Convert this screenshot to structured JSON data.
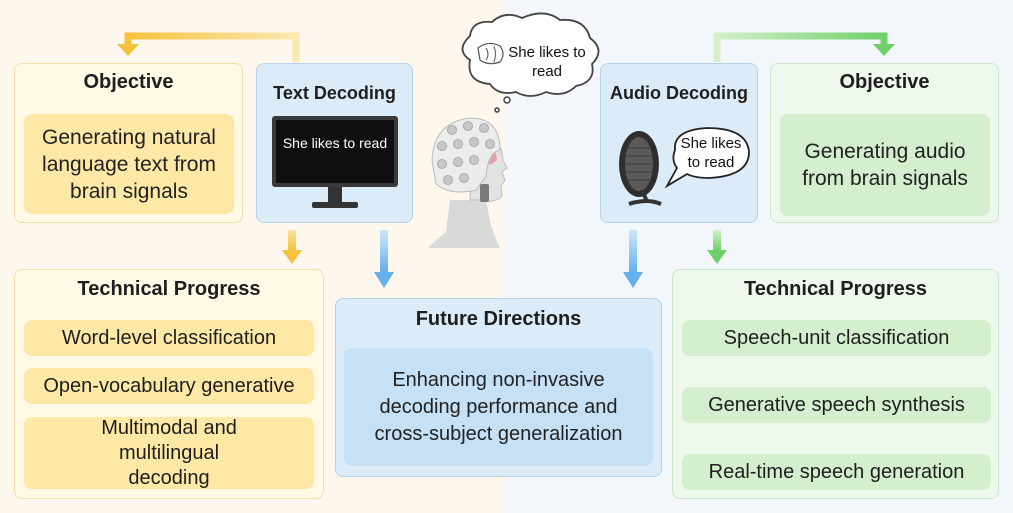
{
  "text_side": {
    "objective_title": "Objective",
    "objective_text": "Generating natural language text from brain signals",
    "decoding_title": "Text Decoding",
    "screen_text": "She likes to read",
    "progress_title": "Technical Progress",
    "progress_items": [
      "Word-level classification",
      "Open-vocabulary generative",
      "Multimodal and multilingual decoding"
    ]
  },
  "audio_side": {
    "objective_title": "Objective",
    "objective_text": "Generating audio from brain signals",
    "decoding_title": "Audio Decoding",
    "bubble_text": "She likes to read",
    "progress_title": "Technical Progress",
    "progress_items": [
      "Speech-unit classification",
      "Generative speech synthesis",
      "Real-time speech generation"
    ]
  },
  "thought_text": "She likes to read",
  "future": {
    "title": "Future Directions",
    "text": "Enhancing non-invasive decoding performance and cross-subject generalization"
  },
  "colors": {
    "yellow_fill": "#fff9e6",
    "yellow_inner": "#fde8a6",
    "green_fill": "#eef8ec",
    "green_inner": "#d3efcd",
    "blue_fill": "#dcebf8",
    "blue_inner": "#c6e0f5"
  }
}
